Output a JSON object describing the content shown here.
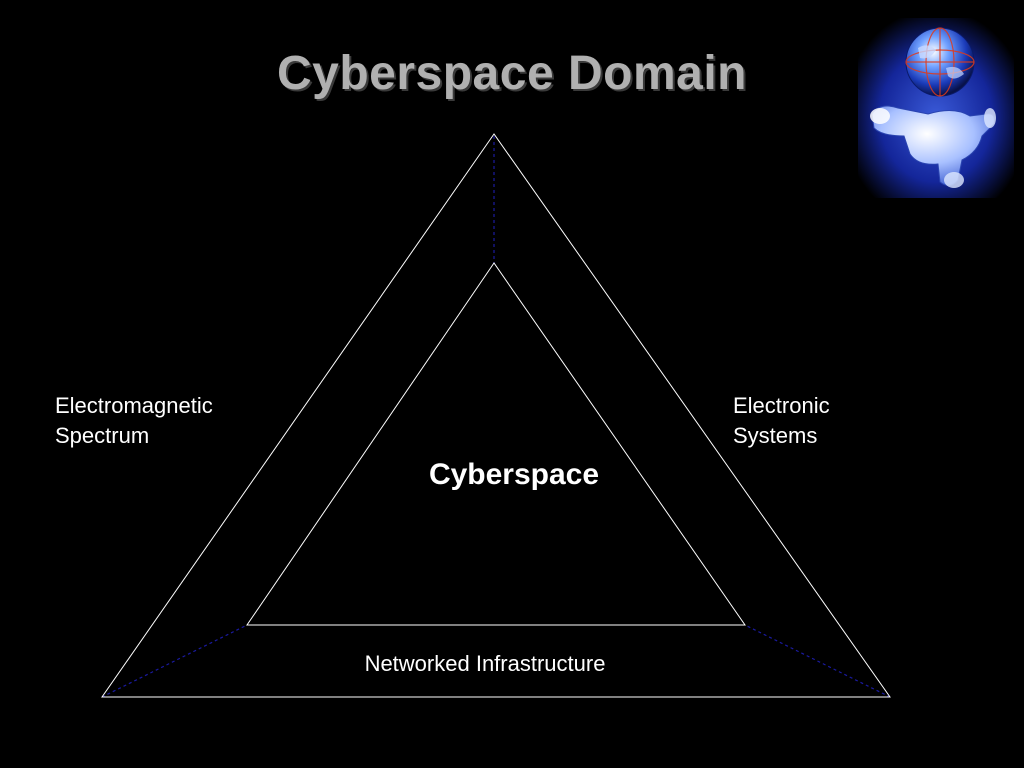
{
  "slide": {
    "title": "Cyberspace Domain"
  },
  "diagram": {
    "center_label": "Cyberspace",
    "left_label": [
      "Electromagnetic",
      "Spectrum"
    ],
    "right_label": [
      "Electronic",
      "Systems"
    ],
    "bottom_label": "Networked Infrastructure"
  },
  "clipart": {
    "icon": "globe-robot-icon"
  },
  "colors": {
    "background": "#000000",
    "title": "#b0b0b0",
    "lines": "#ffffff",
    "dashed_lines": "#1a1aa0",
    "text": "#ffffff"
  }
}
